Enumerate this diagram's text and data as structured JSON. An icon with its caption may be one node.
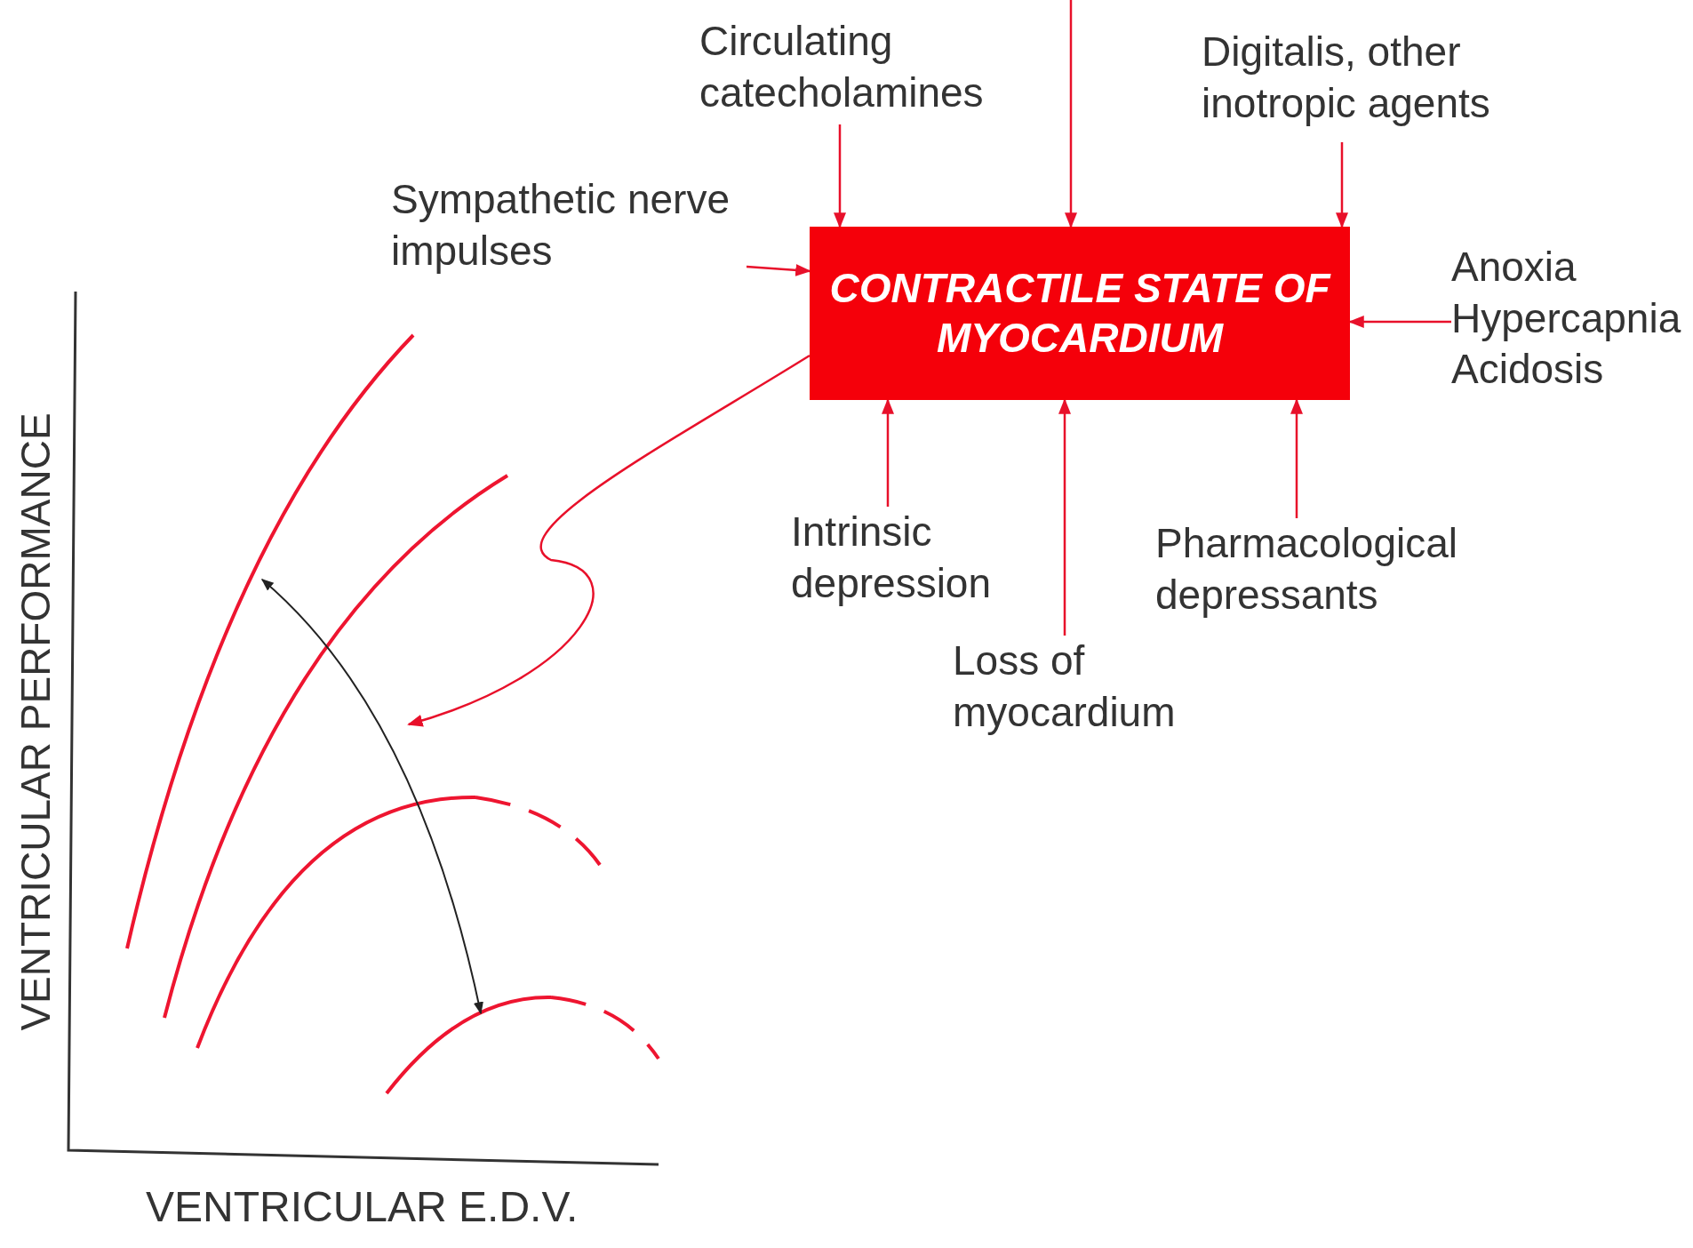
{
  "diagram": {
    "nodes": [
      {
        "text": [
          "CONTRACTILE STATE OF MYOCARDIUM"
        ]
      },
      {
        "text": [
          "Circulating catecholamines"
        ]
      },
      {
        "text": [
          "Sympathetic nerve impulses"
        ]
      },
      {
        "text": [
          "Digitalis, other inotropic agents"
        ]
      },
      {
        "text": [
          "Anoxia",
          "Hypercapnia",
          "Acidosis"
        ]
      },
      {
        "text": [
          "Intrinsic depression"
        ]
      },
      {
        "text": [
          "Loss of myocardium"
        ]
      },
      {
        "text": [
          "Pharmacological depressants"
        ]
      },
      {
        "text": [],
        "shape": "picture"
      }
    ],
    "edges": [
      {
        "from": 1,
        "to": 0,
        "arrow": "to"
      },
      {
        "from": 2,
        "to": 0,
        "arrow": "to"
      },
      {
        "from": null,
        "to": 0,
        "arrow": "to"
      },
      {
        "from": 3,
        "to": 0,
        "arrow": "to"
      },
      {
        "from": 4,
        "to": 0,
        "arrow": "to"
      },
      {
        "from": 5,
        "to": 0,
        "arrow": "to"
      },
      {
        "from": 6,
        "to": 0,
        "arrow": "to"
      },
      {
        "from": 7,
        "to": 0,
        "arrow": "to"
      },
      {
        "from": 0,
        "to": 8,
        "arrow": "to"
      }
    ],
    "labels": [
      "VENTRICULAR PERFORMANCE",
      "VENTRICULAR E.D.V."
    ]
  }
}
